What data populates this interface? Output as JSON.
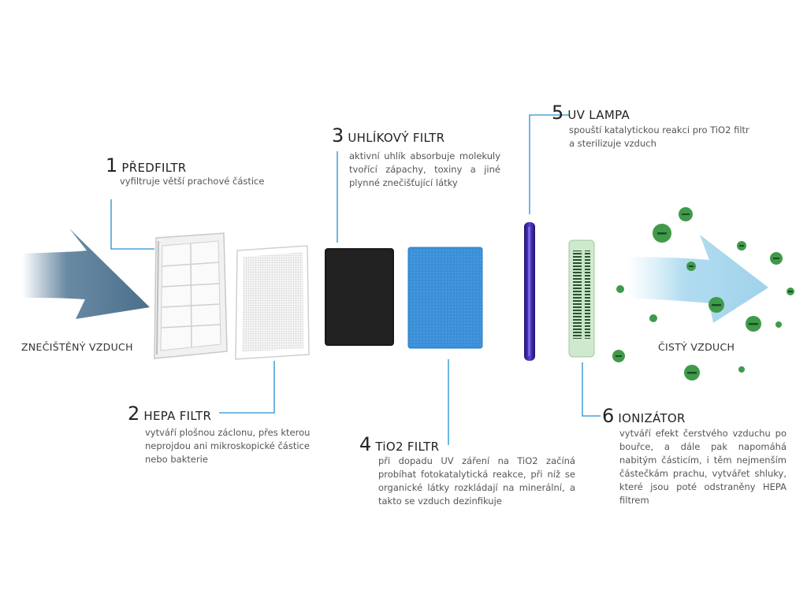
{
  "steps": [
    {
      "number": "1",
      "title": "PŘEDFILTR",
      "description": "vyfiltruje větší prachové částice"
    },
    {
      "number": "2",
      "title": "HEPA FILTR",
      "description": "vytváří plošnou záclonu, přes kterou neprojdou ani mikroskopické částice nebo bakterie"
    },
    {
      "number": "3",
      "title": "UHLÍKOVÝ FILTR",
      "description": "aktivní uhlík absorbuje molekuly tvořící zápachy, toxiny a jiné plynné znečišťující látky"
    },
    {
      "number": "4",
      "title": "TiO2 FILTR",
      "description": "při dopadu UV záření na TiO2 začíná probíhat fotokatalytická reakce, při níž se organické látky rozkládají na minerální, a takto se vzduch dezinfikuje"
    },
    {
      "number": "5",
      "title": "UV LAMPA",
      "description": "spouští katalytickou reakci pro TiO2 filtr a sterilizuje vzduch"
    },
    {
      "number": "6",
      "title": "IONIZÁTOR",
      "description": "vytváří efekt čerstvého vzduchu po bouřce, a dále pak napomáhá nabitým částicím, i těm nejmenším částečkám prachu, vytvářet shluky, které jsou poté odstraněny HEPA filtrem"
    }
  ],
  "flow": {
    "input_label": "ZNEČIŠTĚNÝ VZDUCH",
    "output_label": "ČISTÝ VZDUCH"
  },
  "colors": {
    "leader_line": "#4aa3d8",
    "dirty_air": "#4f7592",
    "clean_air": "#a9d8ee",
    "ion": "#3f9a4a",
    "uv_lamp": "#3b2a9a",
    "tio2": "#3a8fd8",
    "carbon": "#1a1a1a"
  }
}
